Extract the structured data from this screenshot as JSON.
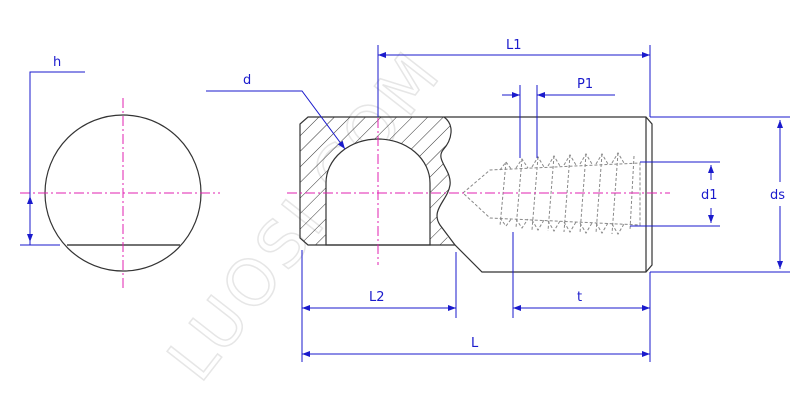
{
  "drawing": {
    "title": "Ball socket with tapping-screw thread – technical drawing",
    "colors": {
      "outline": "#333333",
      "dimension": "#1a1acc",
      "centerline": "#e020b0",
      "hidden": "#888888",
      "watermark": "#e6e6e6"
    },
    "watermark": "LUOSI.COM",
    "labels": {
      "h": "h",
      "d": "d",
      "L1": "L1",
      "P1": "P1",
      "d1": "d1",
      "ds": "ds",
      "L2": "L2",
      "t": "t",
      "L": "L"
    },
    "views": [
      {
        "name": "end-view",
        "description": "circular end view with flat showing dimension h"
      },
      {
        "name": "side-section-view",
        "description": "side section with spherical socket d and tapped hole d1"
      }
    ]
  }
}
